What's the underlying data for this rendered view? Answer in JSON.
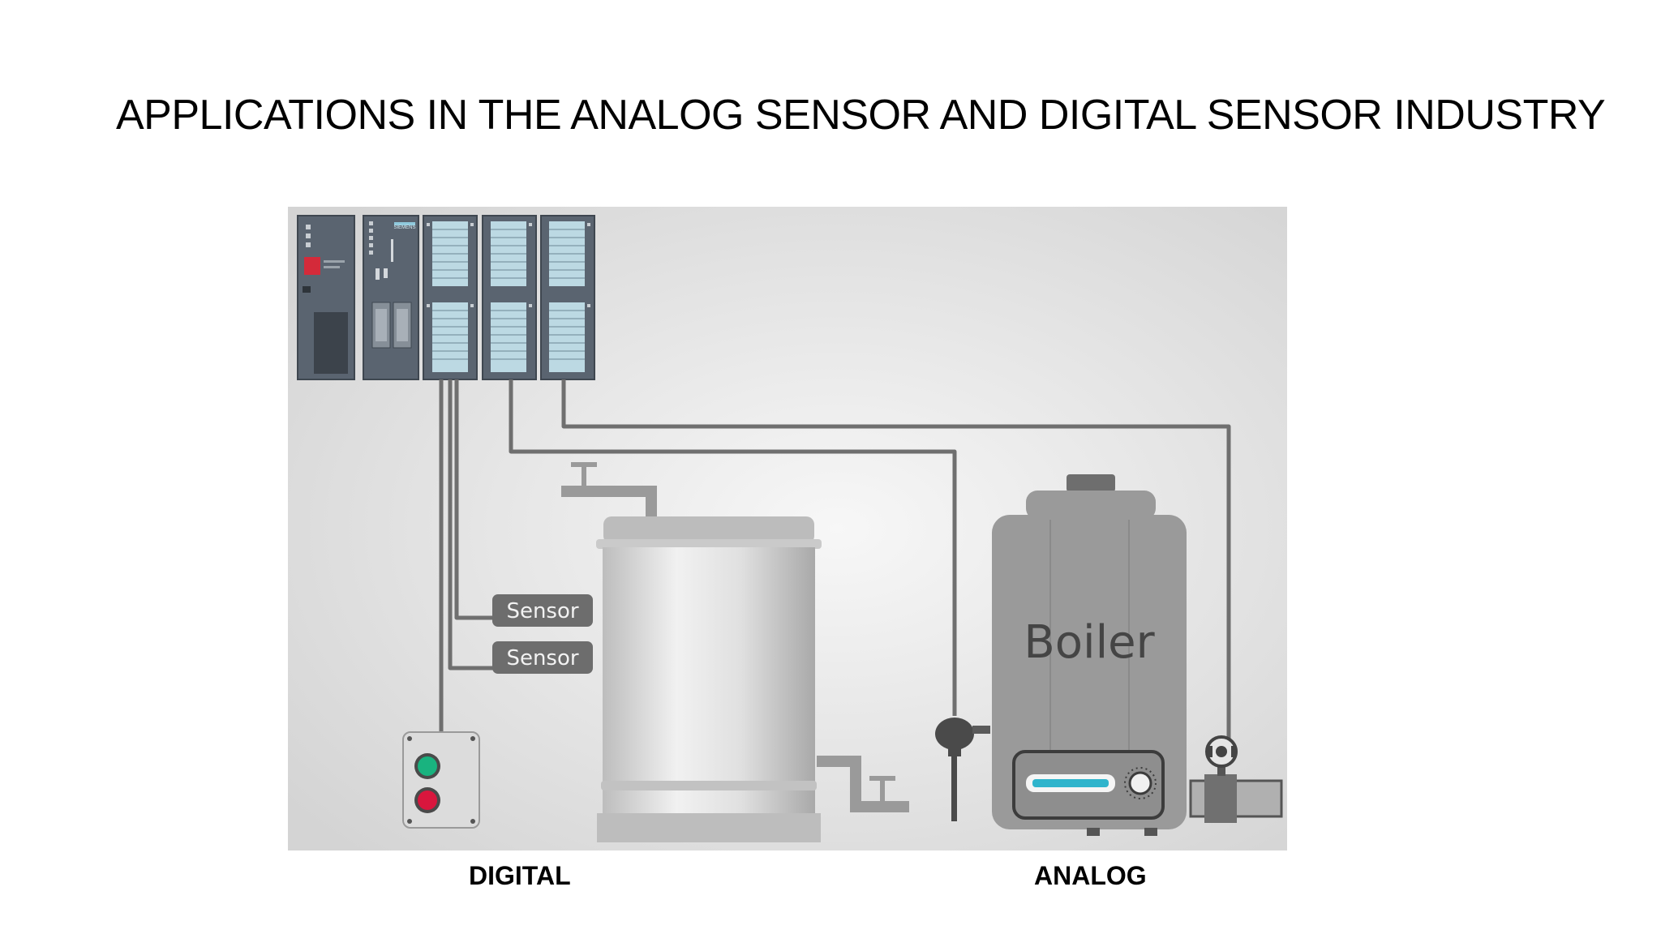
{
  "slide": {
    "title": "APPLICATIONS IN THE ANALOG SENSOR AND DIGITAL SENSOR INDUSTRY"
  },
  "diagram": {
    "plc_brand": "SIEMENS",
    "sensor_labels": [
      "Sensor",
      "Sensor"
    ],
    "boiler_label": "Boiler",
    "colors": {
      "background": "#e4e4e4",
      "plc_module": "#5a6470",
      "plc_display": "#bcd9e3",
      "wire": "#6f6f6f",
      "boiler_body": "#9a9a9a",
      "boiler_gauge": "#2fb4cc",
      "button_green": "#19b37f",
      "button_red": "#d9163d",
      "plc_alarm": "#d42a3a"
    }
  },
  "captions": {
    "left": "DIGITAL",
    "right": "ANALOG"
  }
}
